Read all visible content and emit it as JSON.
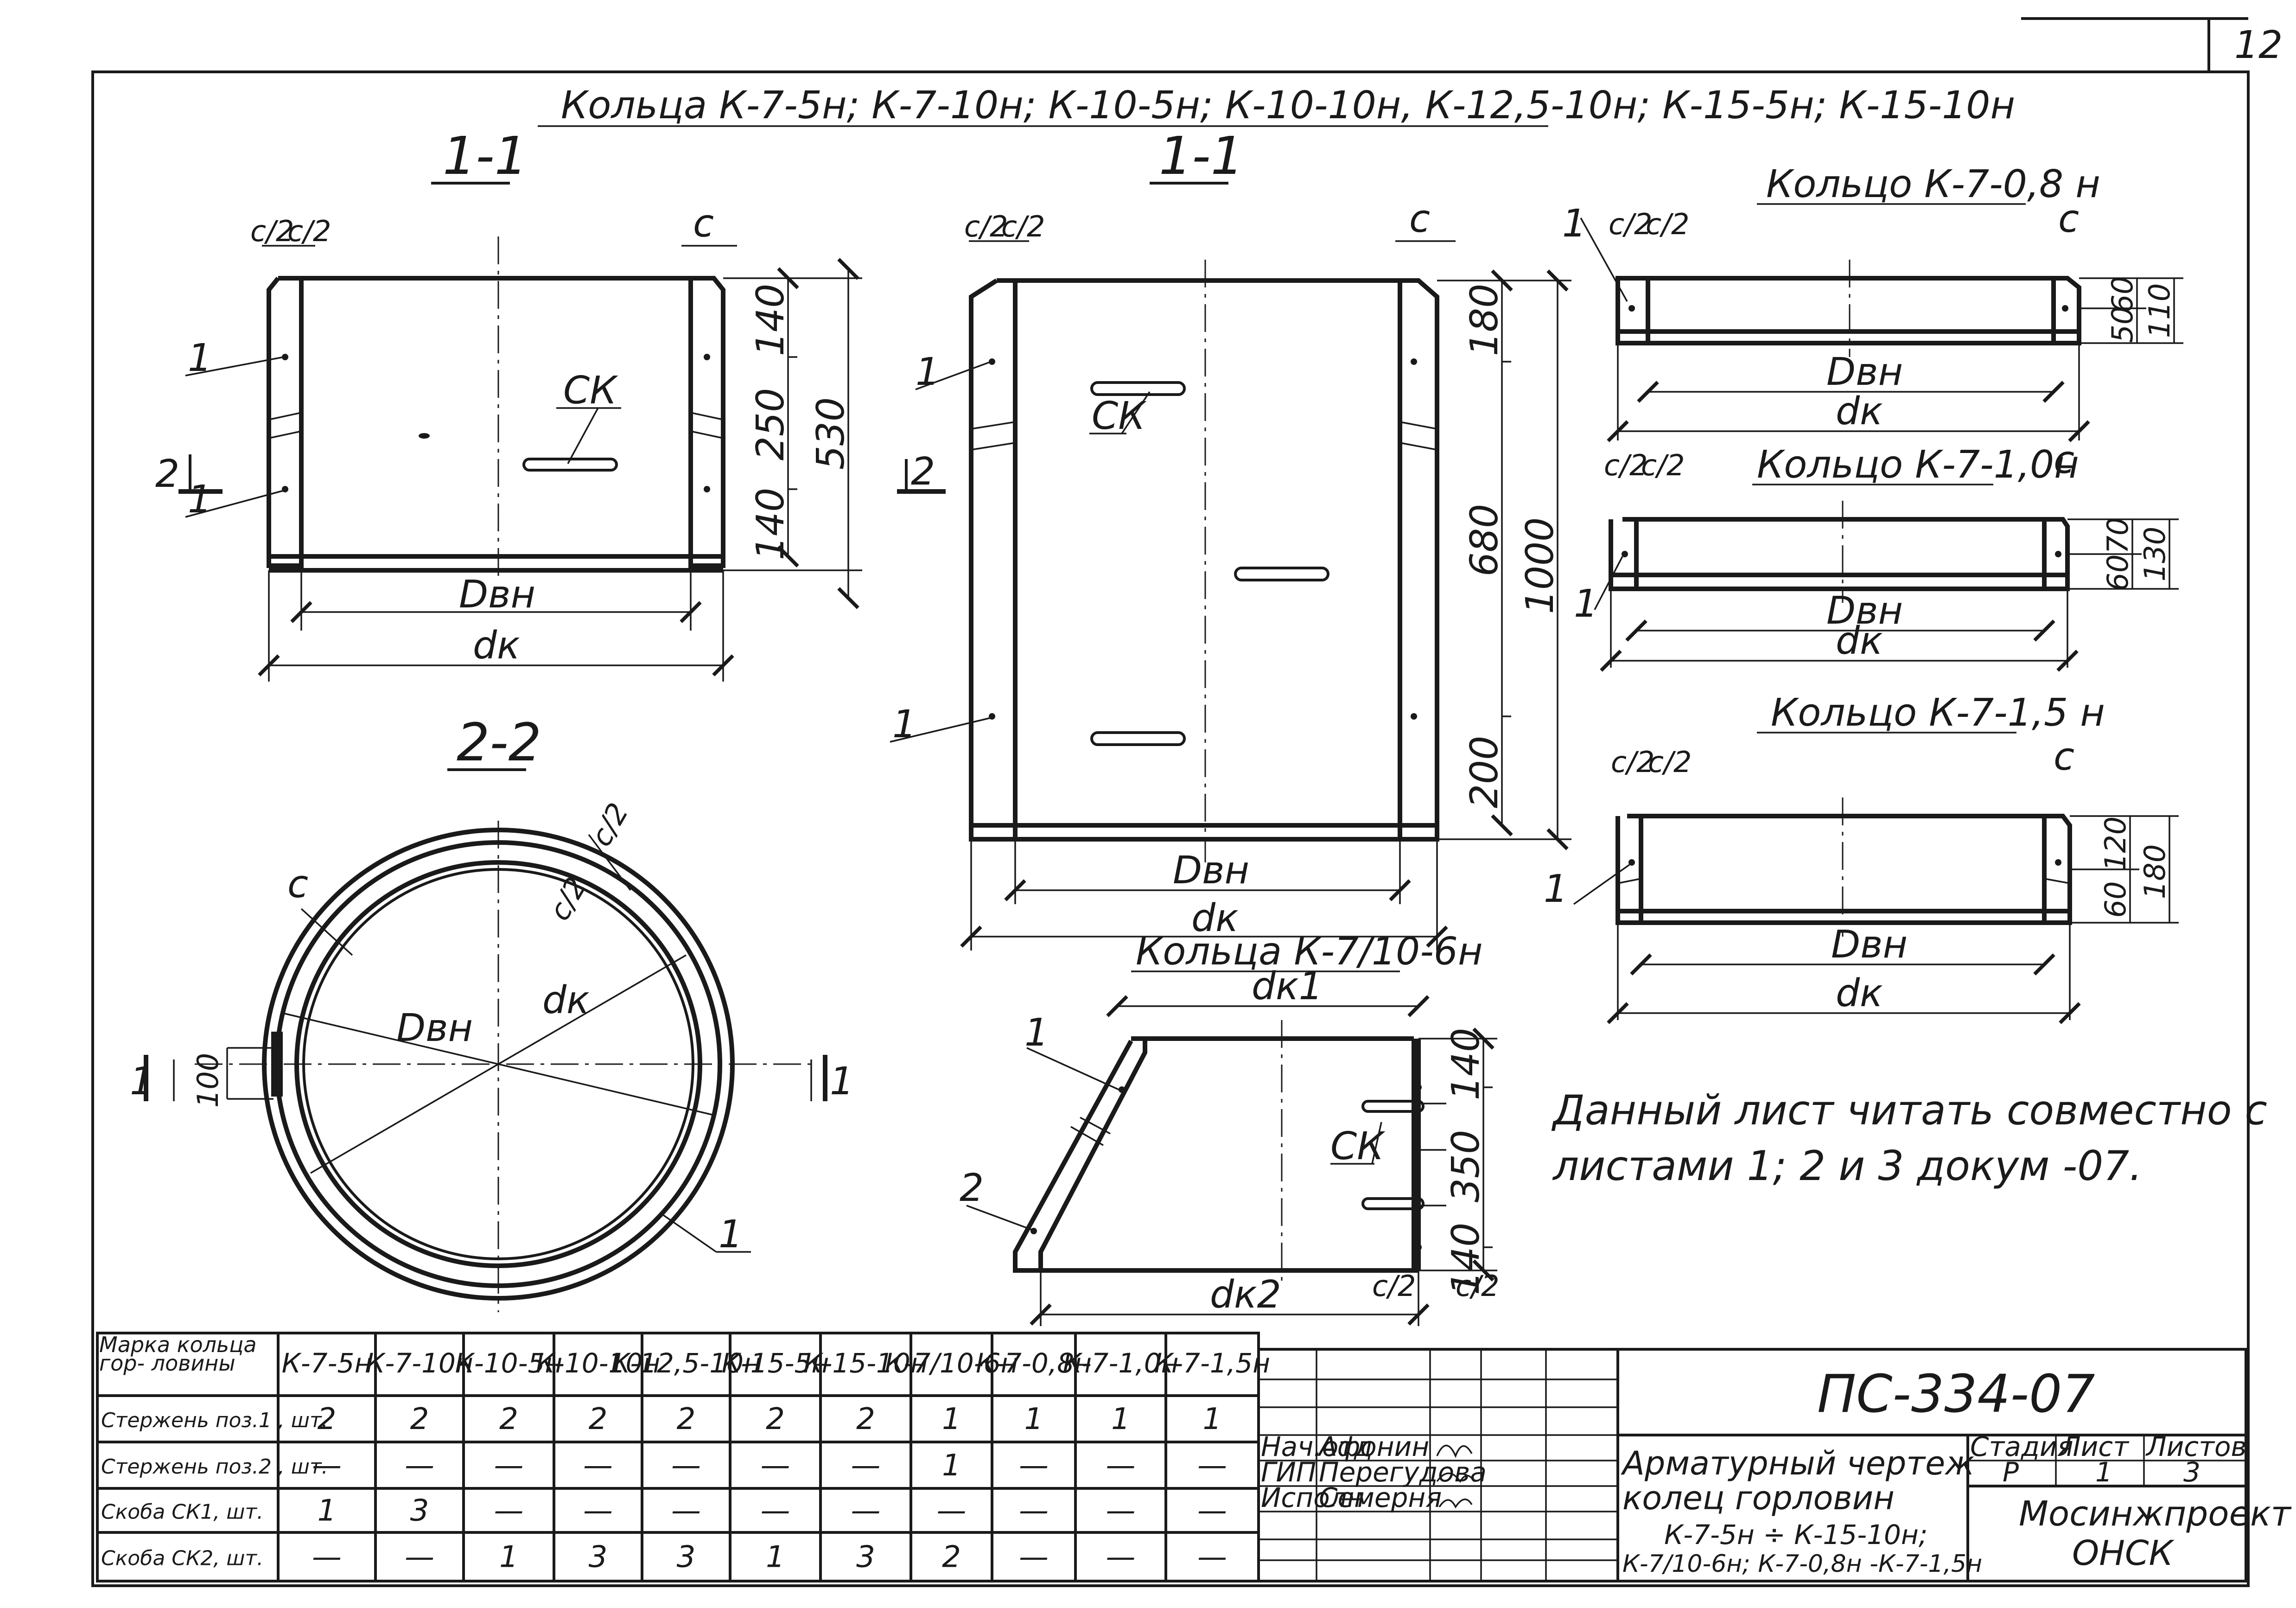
{
  "sheet_number": "12",
  "group_title": "Кольца К-7-5н; К-7-10н; К-10-5н; К-10-10н, К-12,5-10н; К-15-5н; К-15-10н",
  "labels": {
    "c": "с",
    "c_half": "с/2",
    "pos1": "1",
    "pos2": "2",
    "sk": "СК",
    "d_inner": "Dвн",
    "d_outer": "dк",
    "d_k1": "dк1",
    "d_k2": "dк2"
  },
  "section_main": {
    "title": "1-1",
    "dims": [
      "140",
      "250",
      "140",
      "530"
    ],
    "cut_mark": "2"
  },
  "section_tall": {
    "title": "1-1",
    "dims": [
      "180",
      "680",
      "200",
      "1000"
    ],
    "cut_mark": "2"
  },
  "section_plan": {
    "title": "2-2",
    "dim_100": "100",
    "cut_mark": "1"
  },
  "ring_08": {
    "title": "Кольцо К-7-0,8 н",
    "dims": [
      "60",
      "50",
      "110"
    ]
  },
  "ring_10": {
    "title": "Кольцо К-7-1,0н",
    "dims": [
      "70",
      "60",
      "130"
    ]
  },
  "ring_15": {
    "title": "Кольцо К-7-1,5 н",
    "dims": [
      "120",
      "60",
      "180"
    ]
  },
  "ring_cone": {
    "title": "Кольца К-7/10-6н",
    "dims": [
      "140",
      "350",
      "140"
    ]
  },
  "note": {
    "line1": "Данный лист читать совместно с",
    "line2": "листами 1; 2 и 3 докум -07."
  },
  "spec_table": {
    "header_first": "Марка кольца гор- ловины",
    "columns": [
      "К-7-5н",
      "К-7-10н",
      "К-10-5н",
      "К-10-10н",
      "К-12,5-10н",
      "К-15-5н",
      "К-15-10н",
      "К-7/10-6н",
      "К-7-0,8н",
      "К-7-1,0н",
      "К-7-1,5н"
    ],
    "rows": [
      {
        "label": "Стержень поз.1 , шт.",
        "cells": [
          "2",
          "2",
          "2",
          "2",
          "2",
          "2",
          "2",
          "1",
          "1",
          "1",
          "1"
        ]
      },
      {
        "label": "Стержень поз.2 , шт.",
        "cells": [
          "—",
          "—",
          "—",
          "—",
          "—",
          "—",
          "—",
          "1",
          "—",
          "—",
          "—"
        ]
      },
      {
        "label": "Скоба СК1, шт.",
        "cells": [
          "1",
          "3",
          "—",
          "—",
          "—",
          "—",
          "—",
          "—",
          "—",
          "—",
          "—"
        ]
      },
      {
        "label": "Скоба СК2, шт.",
        "cells": [
          "—",
          "—",
          "1",
          "3",
          "3",
          "1",
          "3",
          "2",
          "—",
          "—",
          "—"
        ]
      }
    ]
  },
  "title_block": {
    "doc_code": "ПС-334-07",
    "roles": [
      {
        "role": "Нач.отд",
        "name": "Афонин"
      },
      {
        "role": "ГИП",
        "name": "Перегудова"
      },
      {
        "role": "Исполн",
        "name": "Семерня"
      }
    ],
    "drawing_title_1": "Арматурный чертеж",
    "drawing_title_2": "колец горловин",
    "drawing_title_3": "К-7-5н ÷ К-15-10н;",
    "drawing_title_4": "К-7/10-6н; К-7-0,8н -К-7-1,5н",
    "stage_label": "Стадия",
    "sheet_label": "Лист",
    "sheets_label": "Листов",
    "stage": "Р",
    "sheet": "1",
    "sheets": "3",
    "org_1": "Мосинжпроект",
    "org_2": "ОНСК"
  }
}
